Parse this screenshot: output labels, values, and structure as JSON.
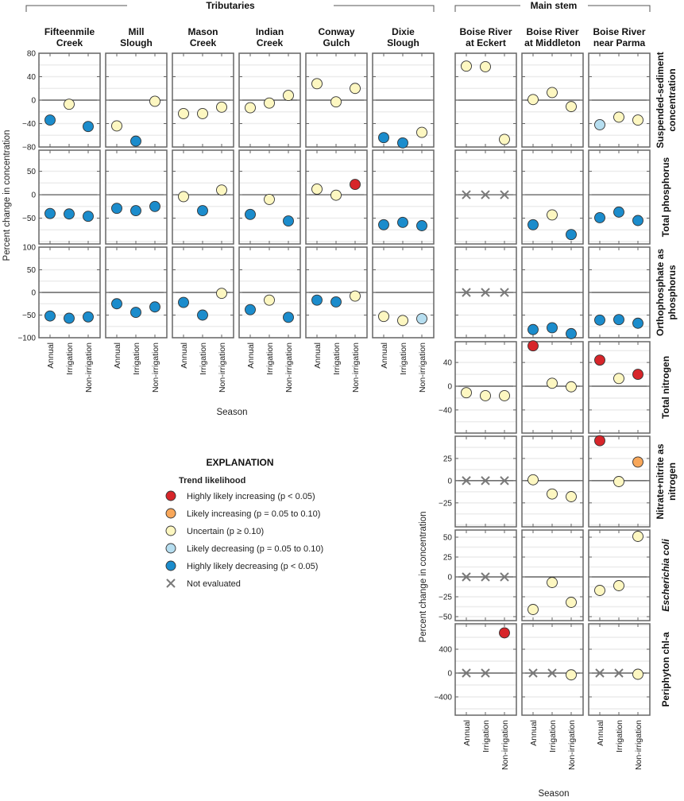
{
  "chart_data": {
    "type": "scatter",
    "title": "",
    "group_labels": {
      "tributaries": "Tributaries",
      "main_stem": "Main stem"
    },
    "ylabel": "Percent change in concentration",
    "xlabel": "Season",
    "categories": [
      "Annual",
      "Irrigation",
      "Non-irrigation"
    ],
    "sites": [
      {
        "name": [
          "Fifteenmile",
          "Creek"
        ],
        "group": "tributaries"
      },
      {
        "name": [
          "Mill",
          "Slough"
        ],
        "group": "tributaries"
      },
      {
        "name": [
          "Mason",
          "Creek"
        ],
        "group": "tributaries"
      },
      {
        "name": [
          "Indian",
          "Creek"
        ],
        "group": "tributaries"
      },
      {
        "name": [
          "Conway",
          "Gulch"
        ],
        "group": "tributaries"
      },
      {
        "name": [
          "Dixie",
          "Slough"
        ],
        "group": "tributaries"
      },
      {
        "name": [
          "Boise River",
          "at Eckert"
        ],
        "group": "main_stem"
      },
      {
        "name": [
          "Boise River",
          "at Middleton"
        ],
        "group": "main_stem"
      },
      {
        "name": [
          "Boise River",
          "near Parma"
        ],
        "group": "main_stem"
      }
    ],
    "legend": {
      "title": "EXPLANATION",
      "subtitle": "Trend likelihood",
      "placement": "center-left",
      "items": [
        {
          "key": "HI",
          "label": "Highly likely increasing (p < 0.05)",
          "color": "#d7252a"
        },
        {
          "key": "LI",
          "label": "Likely increasing (p = 0.05 to 0.10)",
          "color": "#f8a75a"
        },
        {
          "key": "U",
          "label": "Uncertain (p ≥ 0.10)",
          "color": "#fdf7c1"
        },
        {
          "key": "LD",
          "label": "Likely decreasing (p = 0.05 to 0.10)",
          "color": "#b6def0"
        },
        {
          "key": "HD",
          "label": "Highly likely decreasing (p < 0.05)",
          "color": "#1b8ccc"
        },
        {
          "key": "X",
          "label": "Not evaluated",
          "color": "#808080"
        }
      ]
    },
    "constituents": [
      {
        "label": [
          "Suspended-sediment",
          "concentration"
        ],
        "italic": false,
        "ylim": [
          -80,
          80
        ],
        "ticks": [
          80,
          40,
          0,
          -40,
          -80
        ],
        "minor": 20,
        "values": [
          [
            [
              -34,
              "HD"
            ],
            [
              -7,
              "U"
            ],
            [
              -45,
              "HD"
            ]
          ],
          [
            [
              -44,
              "U"
            ],
            [
              -70,
              "HD"
            ],
            [
              -2,
              "U"
            ]
          ],
          [
            [
              -23,
              "U"
            ],
            [
              -23,
              "U"
            ],
            [
              -12,
              "U"
            ]
          ],
          [
            [
              -13,
              "U"
            ],
            [
              -5,
              "U"
            ],
            [
              8,
              "U"
            ]
          ],
          [
            [
              28,
              "U"
            ],
            [
              -3,
              "U"
            ],
            [
              20,
              "U"
            ]
          ],
          [
            [
              -64,
              "HD"
            ],
            [
              -73,
              "HD"
            ],
            [
              -55,
              "U"
            ]
          ],
          [
            [
              58,
              "U"
            ],
            [
              57,
              "U"
            ],
            [
              -67,
              "U"
            ]
          ],
          [
            [
              1,
              "U"
            ],
            [
              13,
              "U"
            ],
            [
              -11,
              "U"
            ]
          ],
          [
            [
              -42,
              "LD"
            ],
            [
              -29,
              "U"
            ],
            [
              -34,
              "U"
            ]
          ]
        ]
      },
      {
        "label": [
          "Total phosphorus"
        ],
        "italic": false,
        "ylim": [
          -105,
          95
        ],
        "ticks": [
          50,
          0,
          -50
        ],
        "minor": 25,
        "values": [
          [
            [
              -40,
              "HD"
            ],
            [
              -41,
              "HD"
            ],
            [
              -46,
              "HD"
            ]
          ],
          [
            [
              -29,
              "HD"
            ],
            [
              -34,
              "HD"
            ],
            [
              -25,
              "HD"
            ]
          ],
          [
            [
              -4,
              "U"
            ],
            [
              -34,
              "HD"
            ],
            [
              10,
              "U"
            ]
          ],
          [
            [
              -42,
              "HD"
            ],
            [
              -10,
              "U"
            ],
            [
              -56,
              "HD"
            ]
          ],
          [
            [
              12,
              "U"
            ],
            [
              -1,
              "U"
            ],
            [
              22,
              "HI"
            ]
          ],
          [
            [
              -64,
              "HD"
            ],
            [
              -59,
              "HD"
            ],
            [
              -66,
              "HD"
            ]
          ],
          [
            [
              0,
              "X"
            ],
            [
              0,
              "X"
            ],
            [
              0,
              "X"
            ]
          ],
          [
            [
              -64,
              "HD"
            ],
            [
              -43,
              "U"
            ],
            [
              -85,
              "HD"
            ]
          ],
          [
            [
              -49,
              "HD"
            ],
            [
              -37,
              "HD"
            ],
            [
              -55,
              "HD"
            ]
          ]
        ]
      },
      {
        "label": [
          "Orthophosphate as",
          "phosphorus"
        ],
        "italic": false,
        "ylim": [
          -100,
          100
        ],
        "ticks": [
          100,
          50,
          0,
          -50,
          -100
        ],
        "minor": 25,
        "values": [
          [
            [
              -52,
              "HD"
            ],
            [
              -57,
              "HD"
            ],
            [
              -54,
              "HD"
            ]
          ],
          [
            [
              -25,
              "HD"
            ],
            [
              -44,
              "HD"
            ],
            [
              -32,
              "HD"
            ]
          ],
          [
            [
              -22,
              "HD"
            ],
            [
              -50,
              "HD"
            ],
            [
              -2,
              "U"
            ]
          ],
          [
            [
              -38,
              "HD"
            ],
            [
              -17,
              "U"
            ],
            [
              -55,
              "HD"
            ]
          ],
          [
            [
              -17,
              "HD"
            ],
            [
              -21,
              "HD"
            ],
            [
              -8,
              "U"
            ]
          ],
          [
            [
              -53,
              "U"
            ],
            [
              -62,
              "U"
            ],
            [
              -58,
              "LD"
            ]
          ],
          [
            [
              0,
              "X"
            ],
            [
              0,
              "X"
            ],
            [
              0,
              "X"
            ]
          ],
          [
            [
              -82,
              "HD"
            ],
            [
              -78,
              "HD"
            ],
            [
              -91,
              "HD"
            ]
          ],
          [
            [
              -61,
              "HD"
            ],
            [
              -60,
              "HD"
            ],
            [
              -68,
              "HD"
            ]
          ]
        ]
      },
      {
        "label": [
          "Total nitrogen"
        ],
        "italic": false,
        "ylim": [
          -79,
          75
        ],
        "ticks": [
          40,
          0,
          -40
        ],
        "minor": 20,
        "values": [
          null,
          null,
          null,
          null,
          null,
          null,
          [
            [
              -11,
              "U"
            ],
            [
              -16,
              "U"
            ],
            [
              -16,
              "U"
            ]
          ],
          [
            [
              68,
              "HI"
            ],
            [
              5,
              "U"
            ],
            [
              -1,
              "U"
            ]
          ],
          [
            [
              44,
              "HI"
            ],
            [
              13,
              "U"
            ],
            [
              20,
              "HI"
            ]
          ]
        ]
      },
      {
        "label": [
          "Nitrate+nitrite as",
          "nitrogen"
        ],
        "italic": false,
        "ylim": [
          -52,
          50
        ],
        "ticks": [
          25,
          0,
          -25
        ],
        "minor": 12.5,
        "values": [
          null,
          null,
          null,
          null,
          null,
          null,
          [
            [
              0,
              "X"
            ],
            [
              0,
              "X"
            ],
            [
              0,
              "X"
            ]
          ],
          [
            [
              1,
              "U"
            ],
            [
              -15,
              "U"
            ],
            [
              -18,
              "U"
            ]
          ],
          [
            [
              45,
              "HI"
            ],
            [
              -1,
              "U"
            ],
            [
              21,
              "LI"
            ]
          ]
        ]
      },
      {
        "label": [
          "Escherichia coli"
        ],
        "italic": true,
        "ylim": [
          -55,
          59
        ],
        "ticks": [
          50,
          25,
          0,
          -25,
          -50
        ],
        "minor": 12.5,
        "values": [
          null,
          null,
          null,
          null,
          null,
          null,
          [
            [
              0,
              "X"
            ],
            [
              0,
              "X"
            ],
            [
              0,
              "X"
            ]
          ],
          [
            [
              -41,
              "U"
            ],
            [
              -7,
              "U"
            ],
            [
              -32,
              "U"
            ]
          ],
          [
            [
              -17,
              "U"
            ],
            [
              -11,
              "U"
            ],
            [
              51,
              "U"
            ]
          ]
        ]
      },
      {
        "label": [
          "Periphyton chl-a"
        ],
        "italic": false,
        "ylim": [
          -707,
          827
        ],
        "ticks": [
          400,
          0,
          -400
        ],
        "minor": 200,
        "values": [
          null,
          null,
          null,
          null,
          null,
          null,
          [
            [
              0,
              "X"
            ],
            [
              0,
              "X"
            ],
            [
              675,
              "HI"
            ]
          ],
          [
            [
              0,
              "X"
            ],
            [
              0,
              "X"
            ],
            [
              -30,
              "U"
            ]
          ],
          [
            [
              0,
              "X"
            ],
            [
              0,
              "X"
            ],
            [
              -20,
              "U"
            ]
          ]
        ]
      }
    ]
  }
}
